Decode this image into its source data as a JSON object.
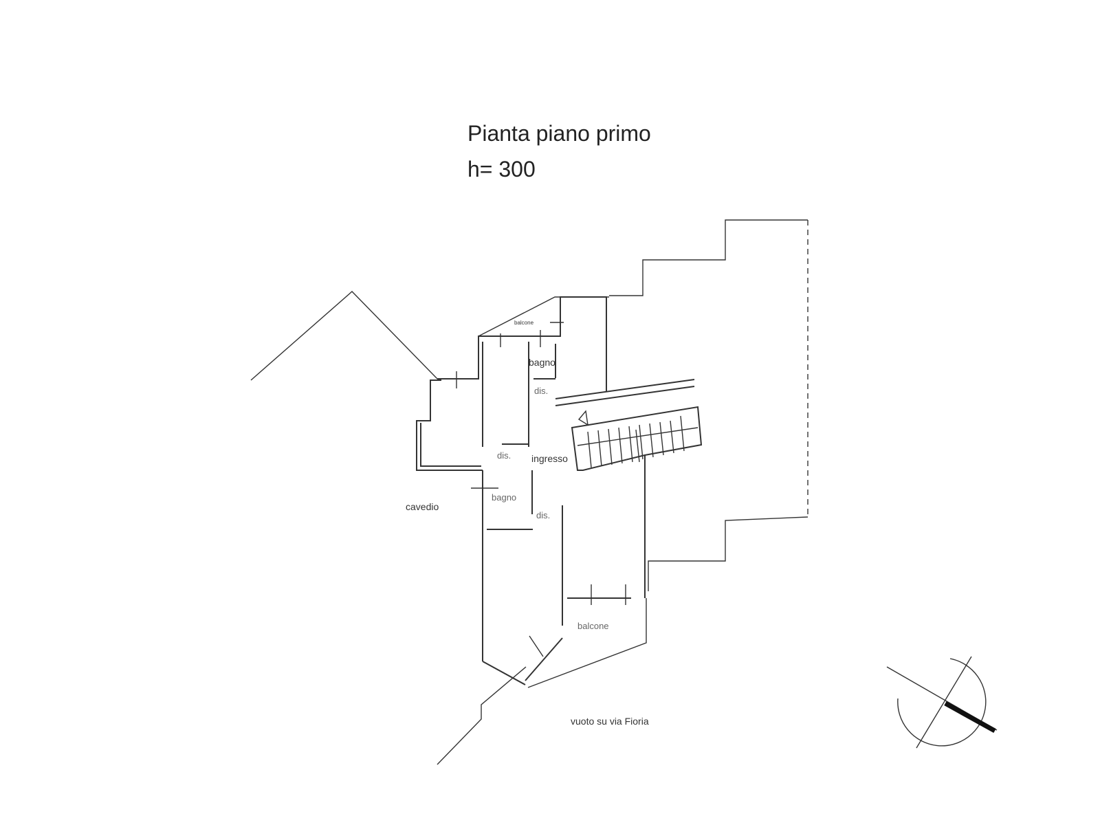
{
  "title": {
    "line1": "Pianta piano primo",
    "line2": "h= 300"
  },
  "rooms": {
    "balcone_top": "balcone",
    "bagno_top": "bagno",
    "dis_top": "dis.",
    "dis_mid": "dis.",
    "ingresso": "ingresso",
    "bagno_mid": "bagno",
    "dis_bottom": "dis.",
    "cavedio": "cavedio",
    "balcone_bottom": "balcone",
    "vuoto": "vuoto su via Fioria"
  },
  "icons": {
    "compass": "north-arrow-icon",
    "stair_arrow": "triangle-arrow-icon"
  }
}
